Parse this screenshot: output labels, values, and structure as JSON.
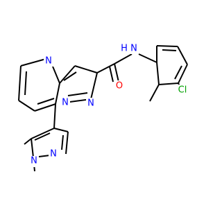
{
  "colors": {
    "bond": "#000000",
    "nitrogen": "#0000ff",
    "oxygen": "#ff0000",
    "chlorine": "#00a000"
  },
  "atoms": {
    "n_pyrimidine": "N",
    "nh_amide": "N",
    "h_amide": "H",
    "cl": "Cl",
    "o_carbonyl": "O",
    "n_bridge": "N",
    "n_pyrazole_fused": "N",
    "n_methylpyrazole_1": "N",
    "n_methylpyrazole_2": "N"
  }
}
